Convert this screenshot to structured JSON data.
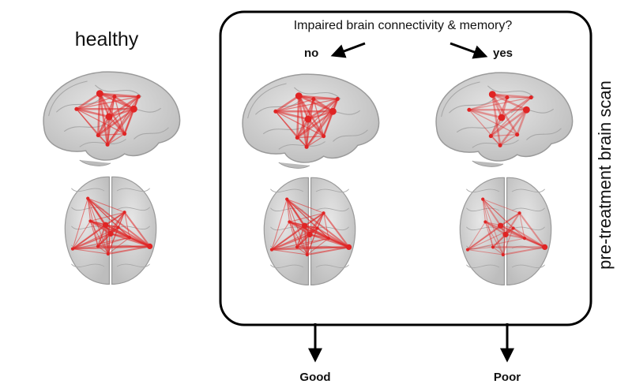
{
  "labels": {
    "healthy": "healthy",
    "question": "Impaired brain connectivity & memory?",
    "no": "no",
    "yes": "yes",
    "side": "pre-treatment brain scan",
    "good": "Good",
    "poor": "Poor"
  },
  "colors": {
    "brain_fill": "#c9c9c9",
    "brain_stroke": "#9a9a9a",
    "network": "#e02424",
    "frame": "#000000"
  },
  "icons": {
    "arrows": [
      "arrow-left-icon",
      "arrow-right-icon",
      "arrow-down-icon"
    ]
  }
}
